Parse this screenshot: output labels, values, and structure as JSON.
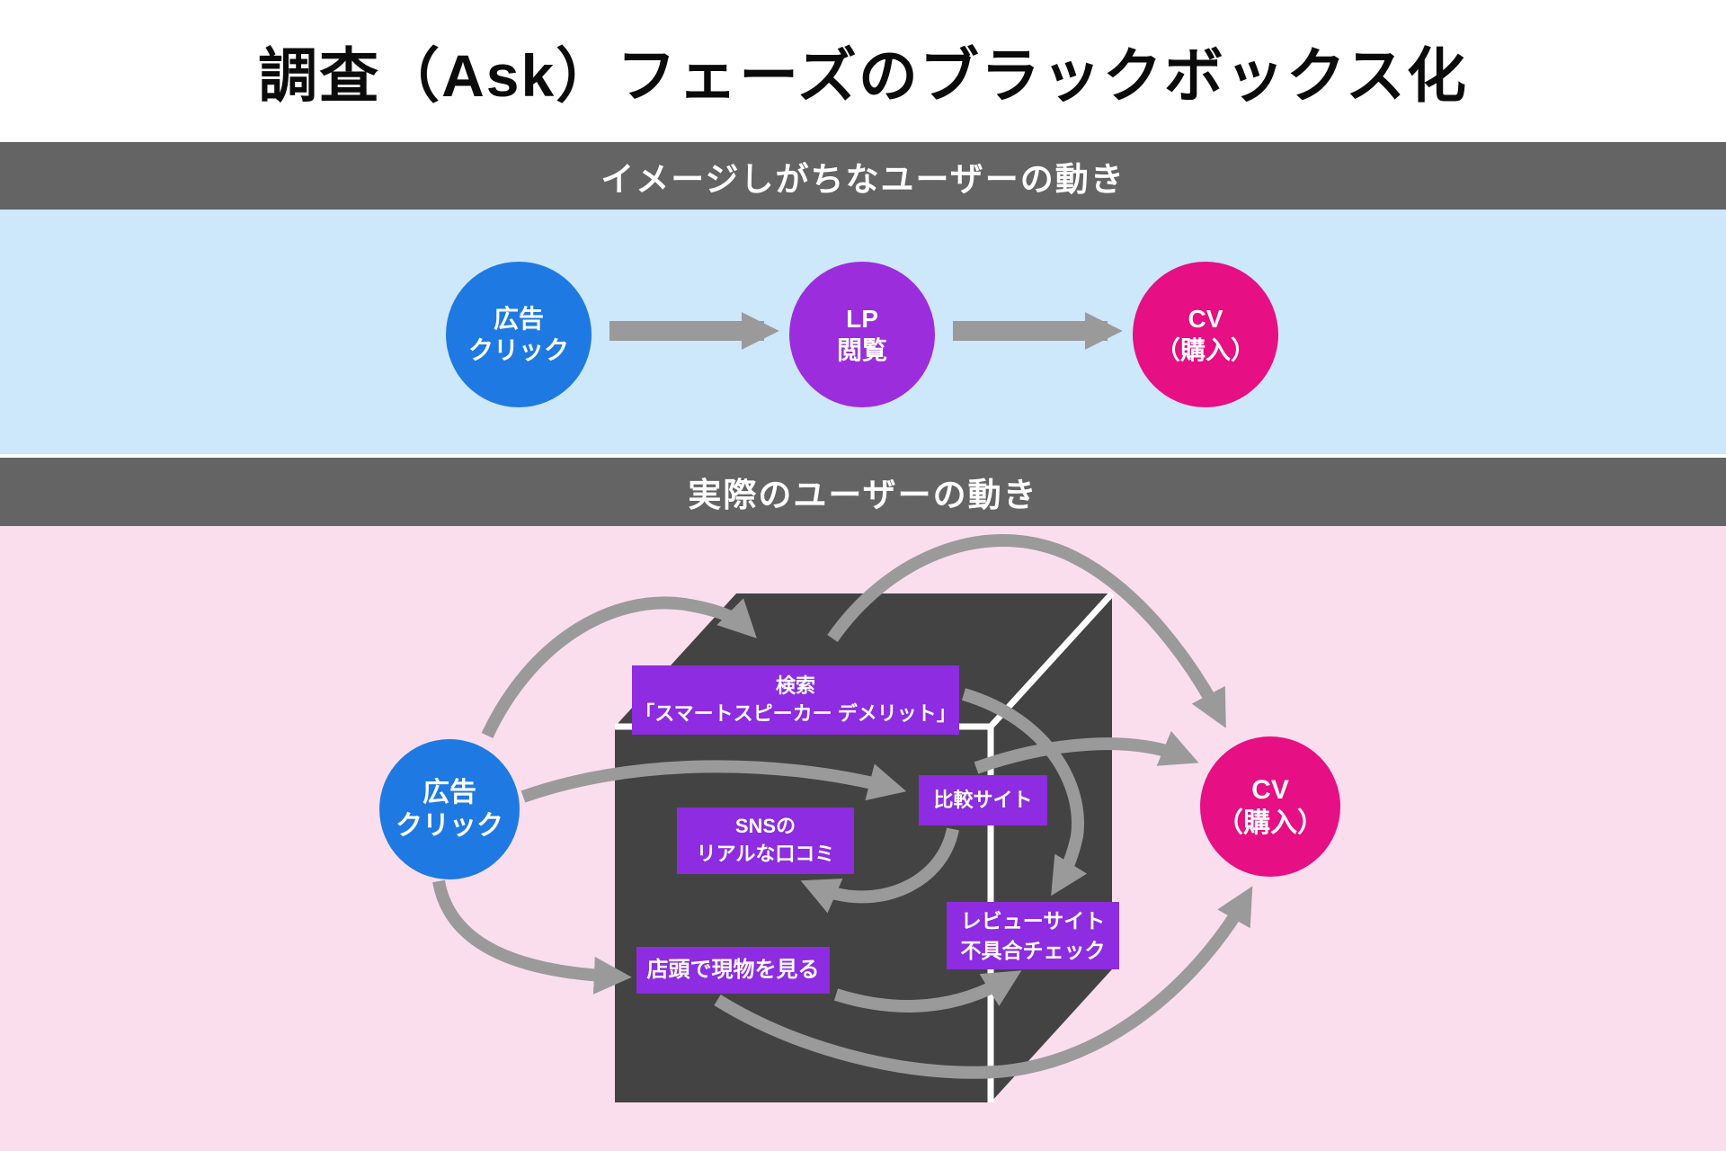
{
  "title": "調査（Ask）フェーズのブラックボックス化",
  "imagined": {
    "banner": "イメージしがちなユーザーの動き",
    "steps": [
      {
        "label": "広告\nクリック"
      },
      {
        "label": "LP\n閲覧"
      },
      {
        "label": "CV\n（購入）"
      }
    ]
  },
  "actual": {
    "banner": "実際のユーザーの動き",
    "start": {
      "label": "広告\nクリック"
    },
    "goal": {
      "label": "CV\n（購入）"
    },
    "blackbox_nodes": [
      {
        "label": "検索\n「スマートスピーカー デメリット」"
      },
      {
        "label": "比較サイト"
      },
      {
        "label": "SNSの\nリアルな口コミ"
      },
      {
        "label": "レビューサイト\n不具合チェック"
      },
      {
        "label": "店頭で現物を見る"
      }
    ]
  },
  "colors": {
    "title-text": "#0b0b0b",
    "banner-bg": "#646464",
    "banner-text": "#ffffff",
    "imagined-bg": "#cde7fb",
    "actual-bg": "#fbdeee",
    "step-blue": "#1e7ae2",
    "step-purple": "#9c2ddd",
    "step-pink": "#e60f83",
    "node-purple": "#8d2ce0",
    "arrow-gray": "#9a9a9a",
    "cube-dark": "#434343",
    "cube-edge": "#ffffff"
  }
}
